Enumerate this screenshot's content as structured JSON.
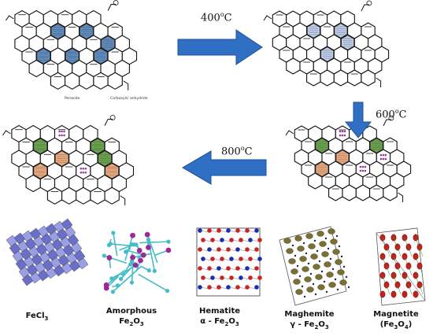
{
  "temperatures": {
    "step1": {
      "value": "400",
      "sup": "o",
      "unit": "C"
    },
    "step2": {
      "value": "600",
      "sup": "o",
      "unit": "C"
    },
    "step3": {
      "value": "800",
      "sup": "o",
      "unit": "C"
    }
  },
  "graphene_labels": {
    "peroxide": "Peroxide",
    "carboxylic": "Carboxylic anhydride"
  },
  "structures": [
    {
      "line1": "FeCl",
      "sub1": "3",
      "line2": "",
      "sub2": "",
      "tail2": ""
    },
    {
      "line1": "Amorphous",
      "sub1": "",
      "line2": "Fe",
      "sub2": "2",
      "mid2": "O",
      "sub3": "3"
    },
    {
      "line1": "Hematite",
      "sub1": "",
      "line2": "α - Fe",
      "sub2": "2",
      "mid2": "O",
      "sub3": "3"
    },
    {
      "line1": "Maghemite",
      "sub1": "",
      "line2": "γ - Fe",
      "sub2": "2",
      "mid2": "O",
      "sub3": "3"
    },
    {
      "line1": "Magnetite",
      "sub1": "",
      "line2": "(Fe",
      "sub2": "3",
      "mid2": "O",
      "sub3": "4",
      "tail": ")"
    }
  ],
  "colors": {
    "arrow_fill": "#2f6fc4",
    "arrow_stroke": "#1d4f96",
    "fecl3_blue": "#4f7fb8",
    "iron_green": "#5a9a3a",
    "iron_orange": "#e8a070",
    "iron_purple": "#9a3aa0",
    "amorphous_cyan": "#45bcc8",
    "amorphous_purple": "#9a2a9a",
    "hematite_red": "#d02020",
    "hematite_blue": "#1a2ab8",
    "maghemite_olive": "#7a7030",
    "magnetite_red": "#c02020"
  }
}
